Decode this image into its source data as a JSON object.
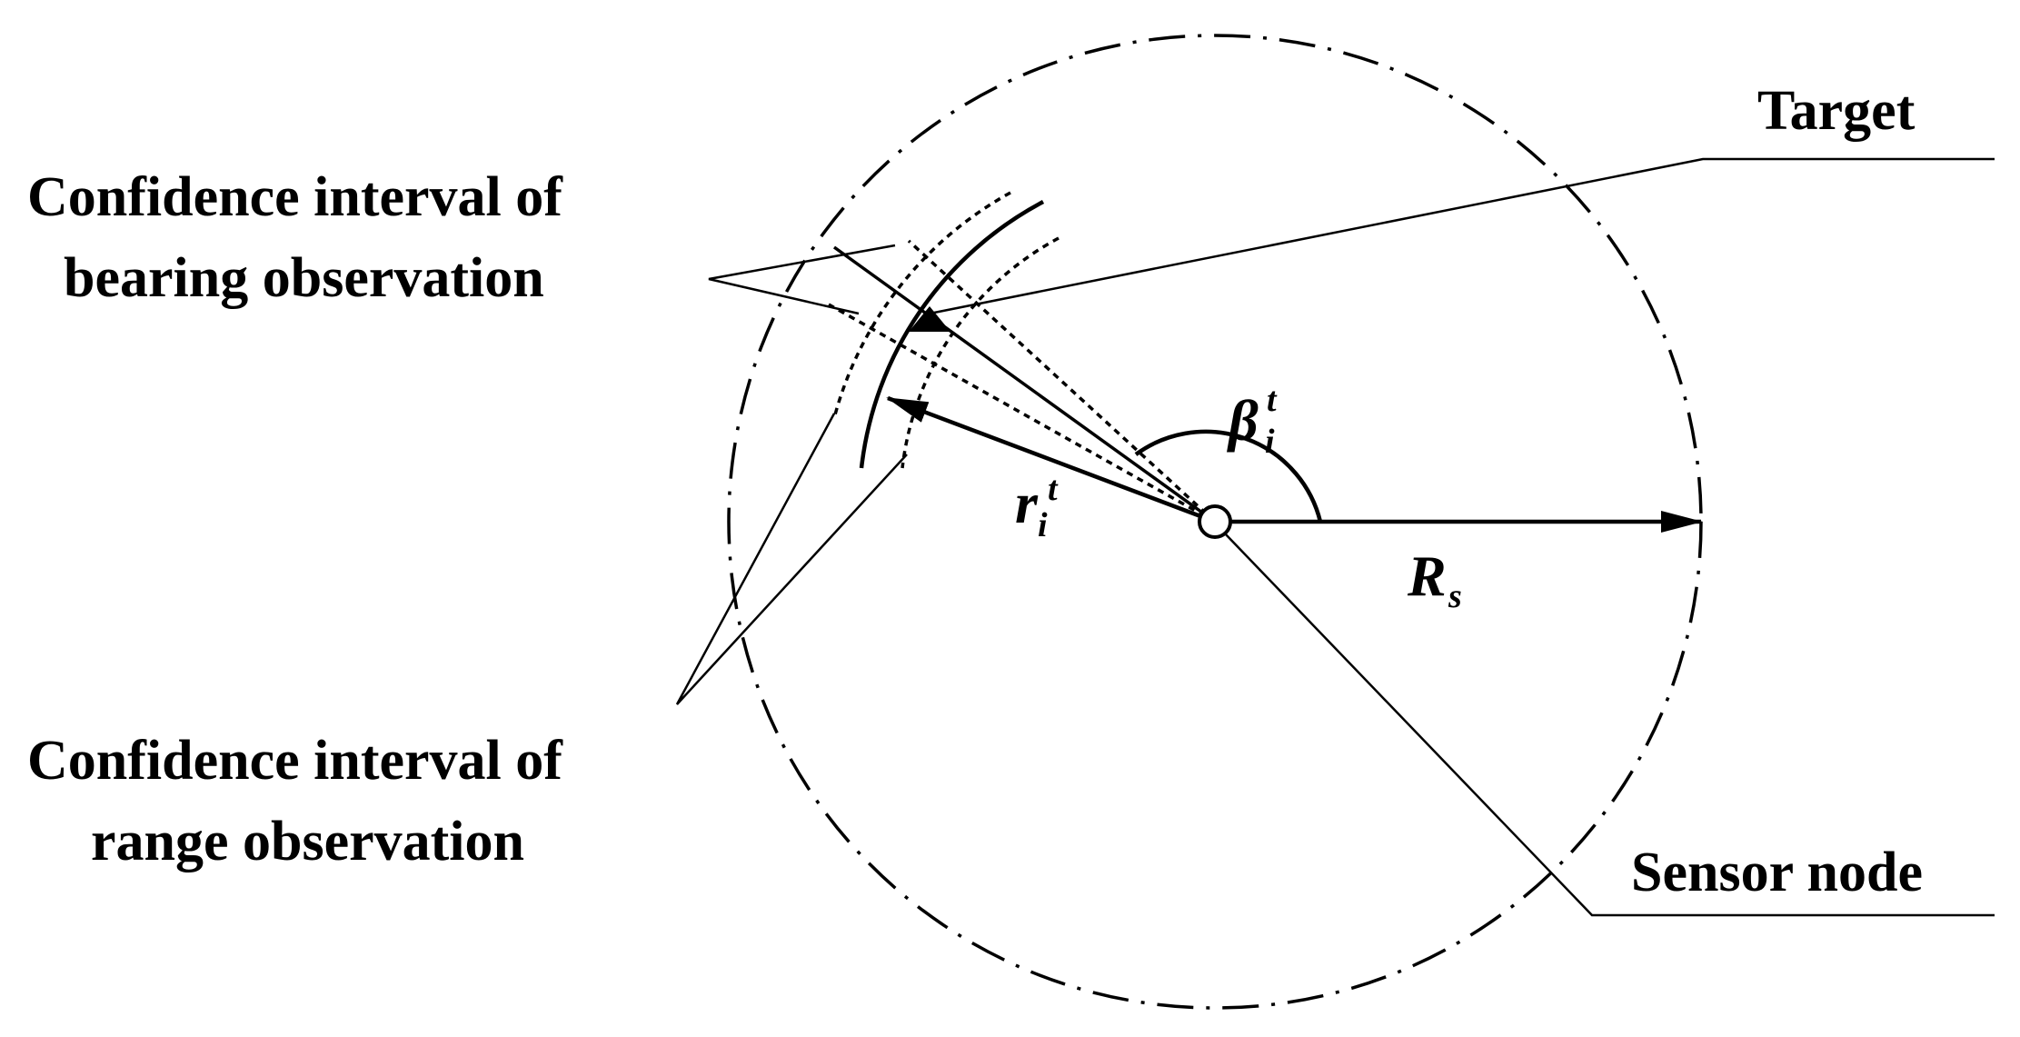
{
  "labels": {
    "target": "Target",
    "bearing_ci_line1": "Confidence interval of",
    "bearing_ci_line2": "bearing observation",
    "range_ci_line1": "Confidence interval of",
    "range_ci_line2": "range observation",
    "sensor_node": "Sensor node"
  },
  "symbols": {
    "beta_main": "β",
    "beta_sub": "i",
    "beta_sup": "t",
    "r_main": "r",
    "r_sub": "i",
    "r_sup": "t",
    "R_main": "R",
    "R_sub": "s"
  },
  "colors": {
    "stroke": "#000000",
    "background": "#ffffff"
  }
}
